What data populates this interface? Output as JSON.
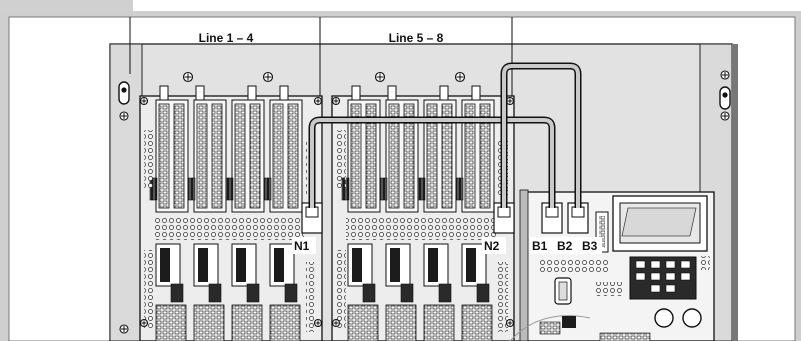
{
  "line_groups": [
    {
      "label": "Line 1 – 4"
    },
    {
      "label": "Line 5 – 8"
    }
  ],
  "connectors": {
    "n1": "N1",
    "n2": "N2",
    "b1": "B1",
    "b2": "B2",
    "b3": "B3"
  }
}
